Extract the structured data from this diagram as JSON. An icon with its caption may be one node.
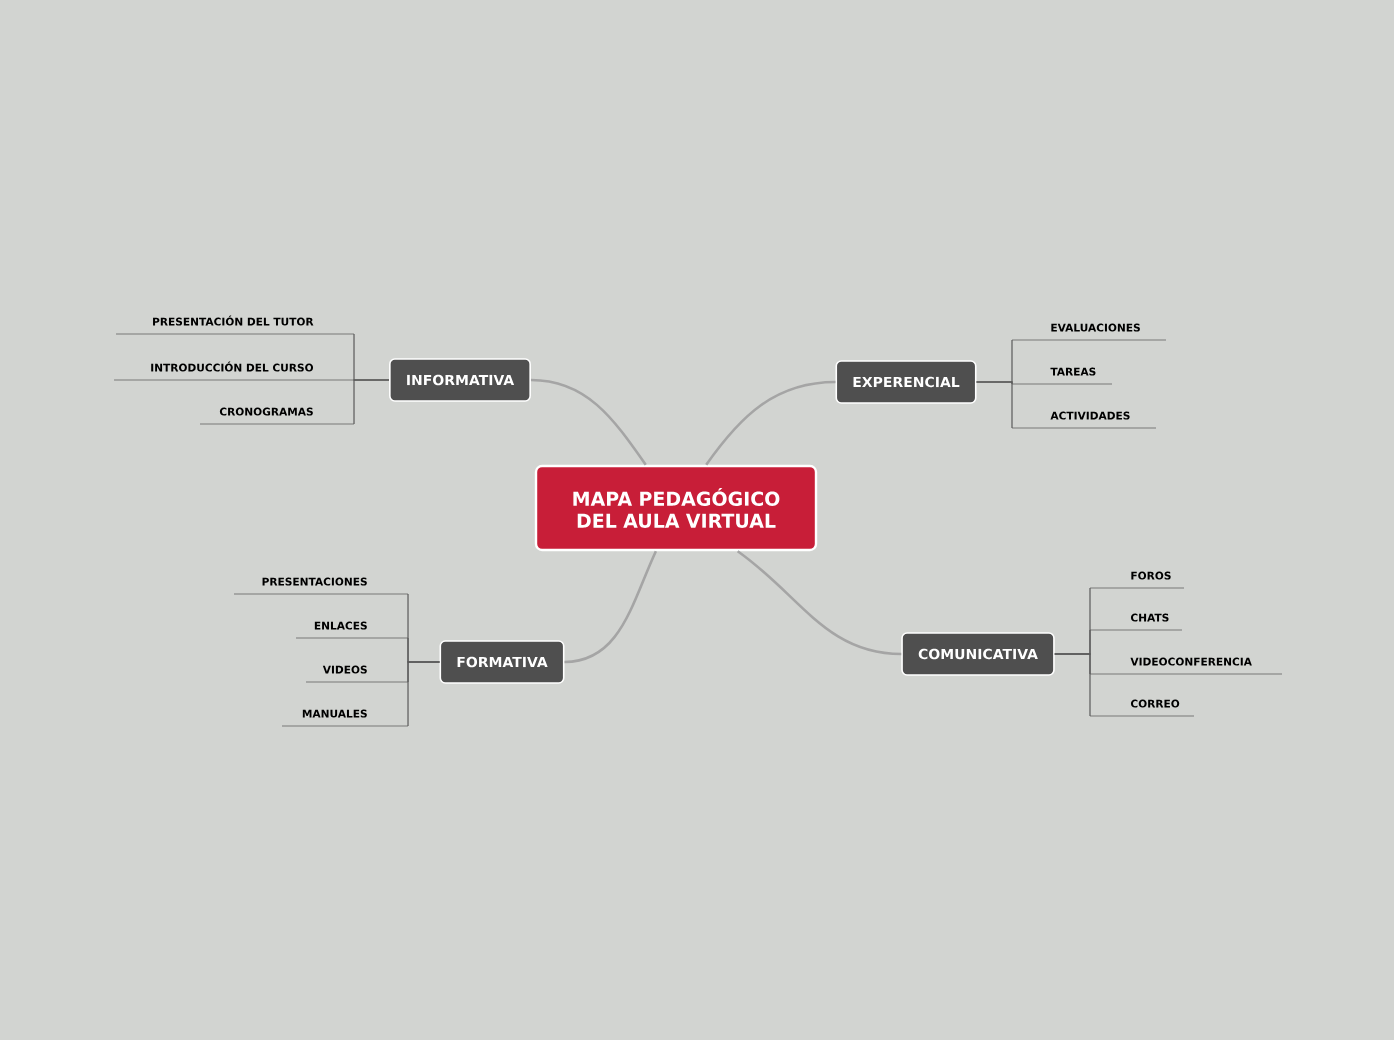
{
  "diagram": {
    "nodes": [
      {
        "text": [
          "MAPA PEDAGÓGICO DEL AULA VIRTUAL"
        ]
      },
      {
        "text": [
          "INFORMATIVA"
        ]
      },
      {
        "text": [
          "PRESENTACIÓN DEL TUTOR"
        ]
      },
      {
        "text": [
          "INTRODUCCIÓN DEL CURSO"
        ]
      },
      {
        "text": [
          "CRONOGRAMAS"
        ]
      },
      {
        "text": [
          "EXPERENCIAL"
        ]
      },
      {
        "text": [
          "EVALUACIONES"
        ]
      },
      {
        "text": [
          "TAREAS"
        ]
      },
      {
        "text": [
          "ACTIVIDADES"
        ]
      },
      {
        "text": [
          "FORMATIVA"
        ]
      },
      {
        "text": [
          "PRESENTACIONES"
        ]
      },
      {
        "text": [
          "ENLACES"
        ]
      },
      {
        "text": [
          "VIDEOS"
        ]
      },
      {
        "text": [
          "MANUALES"
        ]
      },
      {
        "text": [
          "COMUNICATIVA"
        ]
      },
      {
        "text": [
          "FOROS"
        ]
      },
      {
        "text": [
          "CHATS"
        ]
      },
      {
        "text": [
          "VIDEOCONFERENCIA"
        ]
      },
      {
        "text": [
          "CORREO"
        ]
      }
    ],
    "edges": [
      {
        "from": 0,
        "to": 1,
        "arrow": "none"
      },
      {
        "from": 1,
        "to": 2,
        "arrow": "none"
      },
      {
        "from": 1,
        "to": 3,
        "arrow": "none"
      },
      {
        "from": 1,
        "to": 4,
        "arrow": "none"
      },
      {
        "from": 0,
        "to": 5,
        "arrow": "none"
      },
      {
        "from": 5,
        "to": 6,
        "arrow": "none"
      },
      {
        "from": 5,
        "to": 7,
        "arrow": "none"
      },
      {
        "from": 5,
        "to": 8,
        "arrow": "none"
      },
      {
        "from": 0,
        "to": 9,
        "arrow": "none"
      },
      {
        "from": 9,
        "to": 10,
        "arrow": "none"
      },
      {
        "from": 9,
        "to": 11,
        "arrow": "none"
      },
      {
        "from": 9,
        "to": 12,
        "arrow": "none"
      },
      {
        "from": 9,
        "to": 13,
        "arrow": "none"
      },
      {
        "from": 0,
        "to": 14,
        "arrow": "none"
      },
      {
        "from": 14,
        "to": 15,
        "arrow": "none"
      },
      {
        "from": 14,
        "to": 16,
        "arrow": "none"
      },
      {
        "from": 14,
        "to": 17,
        "arrow": "none"
      },
      {
        "from": 14,
        "to": 18,
        "arrow": "none"
      }
    ]
  }
}
